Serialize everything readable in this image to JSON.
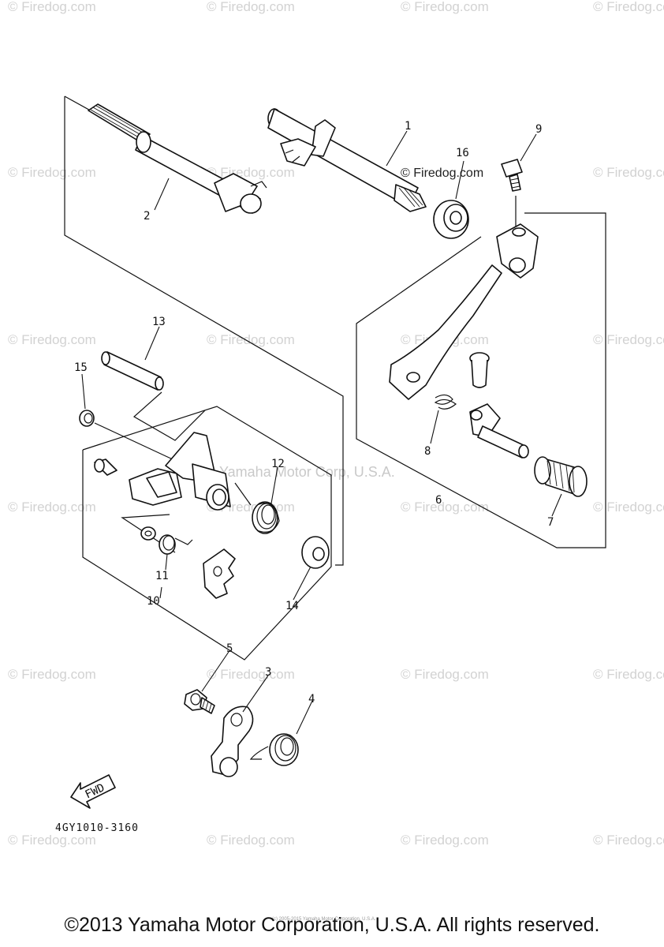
{
  "watermark": {
    "text": "© Firedog.com",
    "center_text": "© Firedog.com",
    "corp_text": "Yamaha Motor Corp, U.S.A."
  },
  "callouts": [
    "1",
    "2",
    "3",
    "4",
    "5",
    "6",
    "7",
    "8",
    "9",
    "10",
    "11",
    "12",
    "13",
    "14",
    "15",
    "16"
  ],
  "fwd_label": "FWD",
  "diagram_code": "4GY1010-3160",
  "tiny_text": "(c) 2005-2015 Yamaha Motor Corporation, U.S.A.",
  "footer": "©2013 Yamaha Motor Corporation, U.S.A. All rights reserved."
}
